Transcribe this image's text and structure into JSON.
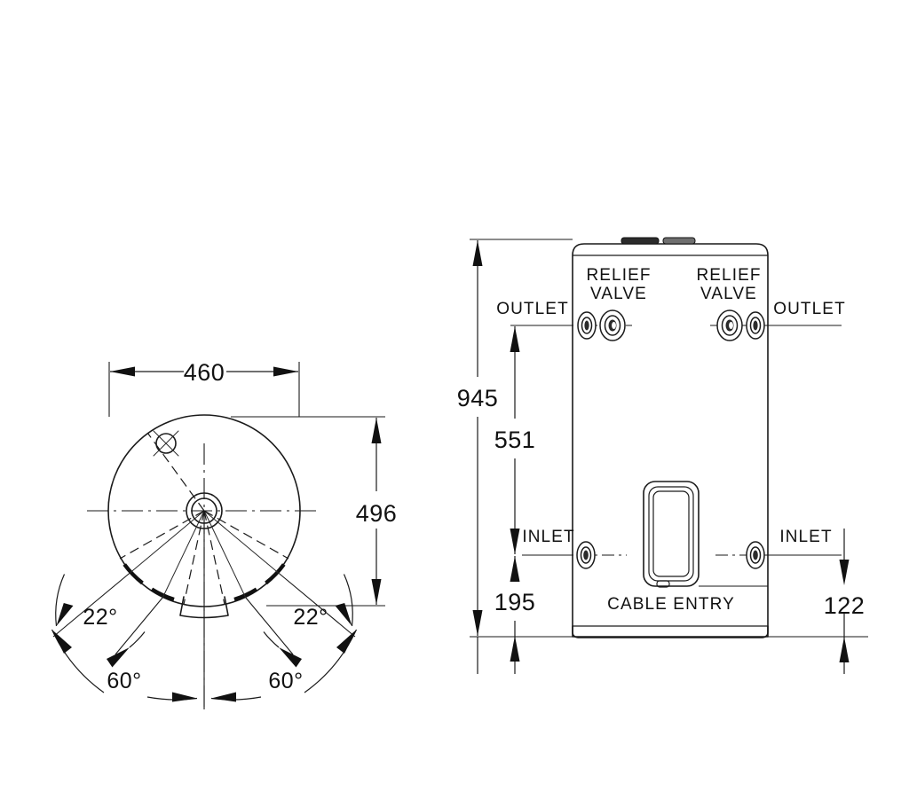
{
  "drawing": {
    "title": "Electric Storage Water Heater Dimension Drawing",
    "background_color": "#ffffff",
    "line_color": "#1a1a1a",
    "units": "mm"
  },
  "plan_view": {
    "name": "top-plan-view",
    "dimensions": {
      "width": "460",
      "height": "496"
    },
    "angles": {
      "left_inner": "22°",
      "right_inner": "22°",
      "left_outer": "60°",
      "right_outer": "60°"
    }
  },
  "elevation_view": {
    "name": "front-elevation-view",
    "dimensions": {
      "overall_height": "945",
      "outlet_height": "551",
      "inlet_height": "195",
      "inlet_to_base": "122"
    },
    "labels": {
      "relief_valve_left": "RELIEF\nVALVE",
      "relief_valve_left_line1": "RELIEF",
      "relief_valve_left_line2": "VALVE",
      "relief_valve_right_line1": "RELIEF",
      "relief_valve_right_line2": "VALVE",
      "outlet_left": "OUTLET",
      "outlet_right": "OUTLET",
      "inlet_left": "INLET",
      "inlet_right": "INLET",
      "cable_entry": "CABLE  ENTRY"
    }
  }
}
